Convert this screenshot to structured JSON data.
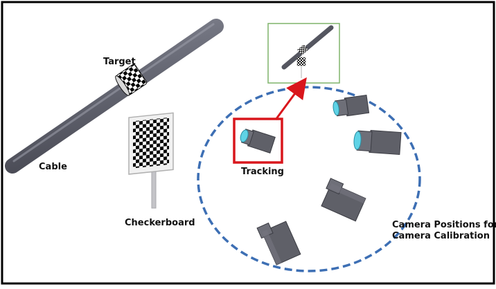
{
  "labels": {
    "target": "Target",
    "cable": "Cable",
    "checkerboard": "Checkerboard",
    "tracking": "Tracking",
    "camera_positions_line1": "Camera Positions for",
    "camera_positions_line2": "Camera Calibration"
  },
  "colors": {
    "frame": "#000000",
    "cable": "#6a6c78",
    "camera_body": "#5f6068",
    "lens": "#5fd3e6",
    "ellipse": "#3d6fb4",
    "tracking_box": "#d9161c",
    "arrow": "#d9161c",
    "inset_border": "#7fb46a"
  },
  "icons": [
    "camera-icon",
    "checkerboard-icon",
    "arrow-icon"
  ]
}
